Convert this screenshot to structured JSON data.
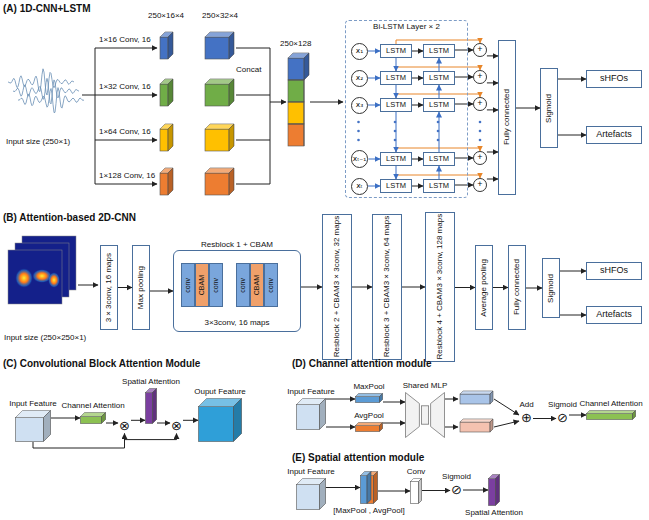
{
  "diagram": {
    "nodes": [
      {
        "text": [
          "Bi-LSTM Layer × 2"
        ]
      },
      {
        "text": [
          "x₁"
        ],
        "in": 0
      },
      {
        "text": [
          "x₂"
        ],
        "in": 0
      },
      {
        "text": [
          "x₃"
        ],
        "in": 0
      },
      {
        "text": [
          "xₜ₋₁"
        ],
        "in": 0
      },
      {
        "text": [
          "xₜ"
        ],
        "in": 0
      },
      {
        "text": [
          "LSTM"
        ],
        "in": 0
      },
      {
        "text": [
          "LSTM"
        ],
        "in": 0
      },
      {
        "text": [
          "LSTM"
        ],
        "in": 0
      },
      {
        "text": [
          "LSTM"
        ],
        "in": 0
      },
      {
        "text": [
          "LSTM"
        ],
        "in": 0
      },
      {
        "text": [
          "LSTM"
        ],
        "in": 0
      },
      {
        "text": [
          "LSTM"
        ],
        "in": 0
      },
      {
        "text": [
          "LSTM"
        ],
        "in": 0
      },
      {
        "text": [
          "LSTM"
        ],
        "in": 0
      },
      {
        "text": [
          "LSTM"
        ],
        "in": 0
      },
      {
        "text": [
          "+"
        ]
      },
      {
        "text": [
          "+"
        ]
      },
      {
        "text": [
          "+"
        ]
      },
      {
        "text": [
          "+"
        ]
      },
      {
        "text": [
          "+"
        ]
      },
      {
        "text": [
          "Fully connected"
        ]
      },
      {
        "text": [
          "Sigmoid"
        ]
      },
      {
        "text": [
          "sHFOs"
        ]
      },
      {
        "text": [
          "Artefacts"
        ]
      },
      {
        "text": [
          "3×3conv, 16 maps"
        ]
      },
      {
        "text": [
          "Max pooling"
        ]
      },
      {
        "text": [
          "Resblock 1 + CBAM",
          "3×3conv, 16 maps"
        ]
      },
      {
        "text": [
          "conv"
        ],
        "in": 27
      },
      {
        "text": [
          "CBAM"
        ],
        "in": 27
      },
      {
        "text": [
          "conv"
        ],
        "in": 27
      },
      {
        "text": [
          "conv"
        ],
        "in": 27
      },
      {
        "text": [
          "CBAM"
        ],
        "in": 27
      },
      {
        "text": [
          "conv"
        ],
        "in": 27
      },
      {
        "text": [
          "Resblock 2 + CBAM",
          "3×3conv, 32 maps"
        ]
      },
      {
        "text": [
          "Resblock 3 + CBAM",
          "3×3conv, 64 maps"
        ]
      },
      {
        "text": [
          "Resblock 4 + CBAM",
          "3×3conv, 128 maps"
        ]
      },
      {
        "text": [
          "Average pooling"
        ]
      },
      {
        "text": [
          "Fully connected"
        ]
      },
      {
        "text": [
          "Sigmoid"
        ]
      },
      {
        "text": [
          "sHFOs"
        ]
      },
      {
        "text": [
          "Artefacts"
        ]
      },
      {
        "text": [
          "Input Feature"
        ]
      },
      {
        "text": [
          "Channel Attention"
        ]
      },
      {
        "text": [
          "⊗"
        ]
      },
      {
        "text": [
          "Spatial Attention"
        ]
      },
      {
        "text": [
          "⊗"
        ]
      },
      {
        "text": [
          "Ouput Feature"
        ]
      },
      {
        "text": [
          "Input Feature"
        ]
      },
      {
        "text": [
          "MaxPool"
        ]
      },
      {
        "text": [
          "AvgPool"
        ]
      },
      {
        "text": [
          "Shared MLP"
        ]
      },
      {
        "text": [
          "Add",
          "⊕"
        ]
      },
      {
        "text": [
          "Sigmoid",
          "⊘"
        ]
      },
      {
        "text": [
          "Channel Attention"
        ]
      },
      {
        "text": [
          "Input Feature"
        ]
      },
      {
        "text": [
          "[MaxPool , AvgPool]"
        ]
      },
      {
        "text": [
          "Conv"
        ]
      },
      {
        "text": [
          "Sigmoid",
          "⊘"
        ]
      },
      {
        "text": [
          "Spatial Attention"
        ]
      }
    ],
    "edges": [
      {
        "from": 1,
        "to": 6,
        "arrow": "to"
      },
      {
        "from": 2,
        "to": 7,
        "arrow": "to"
      },
      {
        "from": 3,
        "to": 8,
        "arrow": "to"
      },
      {
        "from": 4,
        "to": 9,
        "arrow": "to"
      },
      {
        "from": 5,
        "to": 10,
        "arrow": "to"
      },
      {
        "from": 6,
        "to": 11,
        "arrow": "to"
      },
      {
        "from": 7,
        "to": 12,
        "arrow": "to"
      },
      {
        "from": 8,
        "to": 13,
        "arrow": "to"
      },
      {
        "from": 9,
        "to": 14,
        "arrow": "to"
      },
      {
        "from": 10,
        "to": 15,
        "arrow": "to"
      },
      {
        "from": 11,
        "to": 16,
        "arrow": "to"
      },
      {
        "from": 12,
        "to": 17,
        "arrow": "to"
      },
      {
        "from": 13,
        "to": 18,
        "arrow": "to"
      },
      {
        "from": 14,
        "to": 19,
        "arrow": "to"
      },
      {
        "from": 15,
        "to": 20,
        "arrow": "to"
      },
      {
        "from": 6,
        "to": 16,
        "arrow": "to"
      },
      {
        "from": 7,
        "to": 17,
        "arrow": "to"
      },
      {
        "from": 8,
        "to": 18,
        "arrow": "to"
      },
      {
        "from": 9,
        "to": 19,
        "arrow": "to"
      },
      {
        "from": 10,
        "to": 20,
        "arrow": "to"
      },
      {
        "from": 6,
        "to": 7,
        "arrow": "to"
      },
      {
        "from": 7,
        "to": 8,
        "arrow": "to"
      },
      {
        "from": 8,
        "to": 9,
        "arrow": "to"
      },
      {
        "from": 9,
        "to": 10,
        "arrow": "to"
      },
      {
        "from": 12,
        "to": 11,
        "arrow": "to"
      },
      {
        "from": 13,
        "to": 12,
        "arrow": "to"
      },
      {
        "from": 14,
        "to": 13,
        "arrow": "to"
      },
      {
        "from": 15,
        "to": 14,
        "arrow": "to"
      },
      {
        "from": 16,
        "to": 21,
        "arrow": "to"
      },
      {
        "from": 17,
        "to": 21,
        "arrow": "to"
      },
      {
        "from": 18,
        "to": 21,
        "arrow": "to"
      },
      {
        "from": 19,
        "to": 21,
        "arrow": "to"
      },
      {
        "from": 20,
        "to": 21,
        "arrow": "to"
      },
      {
        "from": 21,
        "to": 22,
        "arrow": "to"
      },
      {
        "from": 22,
        "to": 23,
        "arrow": "to"
      },
      {
        "from": 22,
        "to": 24,
        "arrow": "to"
      },
      {
        "from": 25,
        "to": 26,
        "arrow": "to"
      },
      {
        "from": 26,
        "to": 27,
        "arrow": "to"
      },
      {
        "from": 27,
        "to": 34,
        "arrow": "to"
      },
      {
        "from": 34,
        "to": 35,
        "arrow": "to"
      },
      {
        "from": 35,
        "to": 36,
        "arrow": "to"
      },
      {
        "from": 36,
        "to": 37,
        "arrow": "to"
      },
      {
        "from": 37,
        "to": 38,
        "arrow": "to"
      },
      {
        "from": 38,
        "to": 39,
        "arrow": "to"
      },
      {
        "from": 39,
        "to": 40,
        "arrow": "to"
      },
      {
        "from": 39,
        "to": 41,
        "arrow": "to"
      },
      {
        "from": 42,
        "to": 43,
        "arrow": "to"
      },
      {
        "from": 43,
        "to": 44,
        "arrow": "to"
      },
      {
        "from": 44,
        "to": 45,
        "arrow": "to"
      },
      {
        "from": 45,
        "to": 46,
        "arrow": "to"
      },
      {
        "from": 46,
        "to": 47,
        "arrow": "to"
      },
      {
        "from": 42,
        "to": 44,
        "arrow": "to"
      },
      {
        "from": 44,
        "to": 46,
        "arrow": "to"
      },
      {
        "from": 48,
        "to": 49,
        "arrow": "to"
      },
      {
        "from": 48,
        "to": 50,
        "arrow": "to"
      },
      {
        "from": 49,
        "to": 51,
        "arrow": "to"
      },
      {
        "from": 50,
        "to": 51,
        "arrow": "to"
      },
      {
        "from": 52,
        "to": 53,
        "arrow": "to"
      },
      {
        "from": 53,
        "to": 54,
        "arrow": "to"
      },
      {
        "from": 55,
        "to": 56,
        "arrow": "to"
      },
      {
        "from": 56,
        "to": 57,
        "arrow": "to"
      },
      {
        "from": 57,
        "to": 58,
        "arrow": "to"
      },
      {
        "from": 58,
        "to": 59,
        "arrow": "to"
      }
    ],
    "labels": [
      "(A) 1D-CNN+LSTM",
      "Input size (250×1)",
      "250×16×4",
      "250×32×4",
      "1×16 Conv, 16",
      "1×32 Conv, 16",
      "1×64 Conv, 16",
      "1×128 Conv, 16",
      "Concat",
      "250×128",
      "(B) Attention-based 2D-CNN",
      "Input size (250×250×1)",
      "(C) Convolutional Block Attention Module",
      "(D) Channel attention module",
      "(E) Spatial attention module"
    ]
  }
}
